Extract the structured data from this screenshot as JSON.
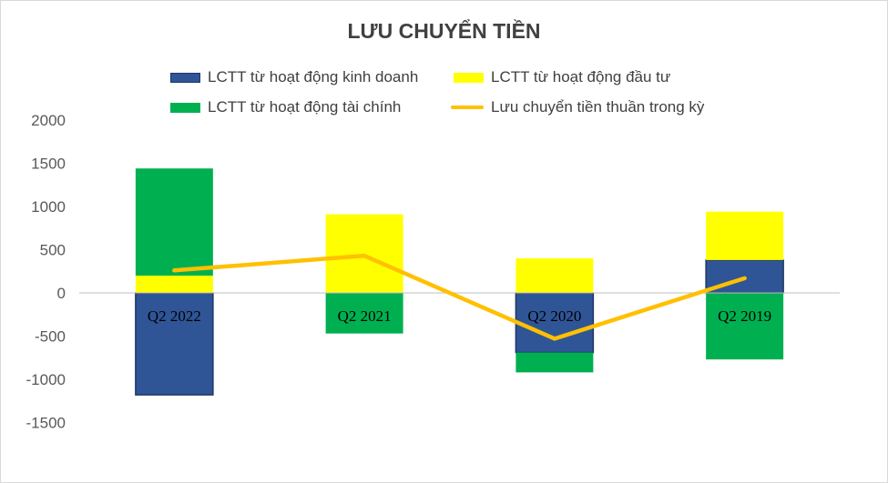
{
  "chart_data": {
    "type": "bar",
    "stacked": true,
    "title": "LƯU CHUYỂN TIỀN",
    "categories": [
      "Q2 2022",
      "Q2 2021",
      "Q2 2020",
      "Q2 2019"
    ],
    "series": [
      {
        "name": "LCTT từ hoạt động kinh doanh",
        "type": "bar",
        "color": "#2f5597",
        "values": [
          -1180,
          0,
          -690,
          380
        ]
      },
      {
        "name": "LCTT từ hoạt động đầu tư",
        "type": "bar",
        "color": "#ffff00",
        "values": [
          200,
          910,
          400,
          560
        ]
      },
      {
        "name": "LCTT từ hoạt động tài chính",
        "type": "bar",
        "color": "#00b050",
        "values": [
          1240,
          -470,
          -230,
          -770
        ]
      },
      {
        "name": "Lưu chuyển tiền thuần trong kỳ",
        "type": "line",
        "color": "#ffc000",
        "values": [
          260,
          430,
          -530,
          170
        ]
      }
    ],
    "ylim": [
      -1500,
      2000
    ],
    "yticks": [
      2000,
      1500,
      1000,
      500,
      0,
      -500,
      -1000,
      -1500
    ],
    "ytick_labels": [
      "2000",
      "1500",
      "1000",
      "500",
      "0",
      "-500",
      "-1000",
      "-1500"
    ],
    "grid": false,
    "legend_position": "top"
  }
}
